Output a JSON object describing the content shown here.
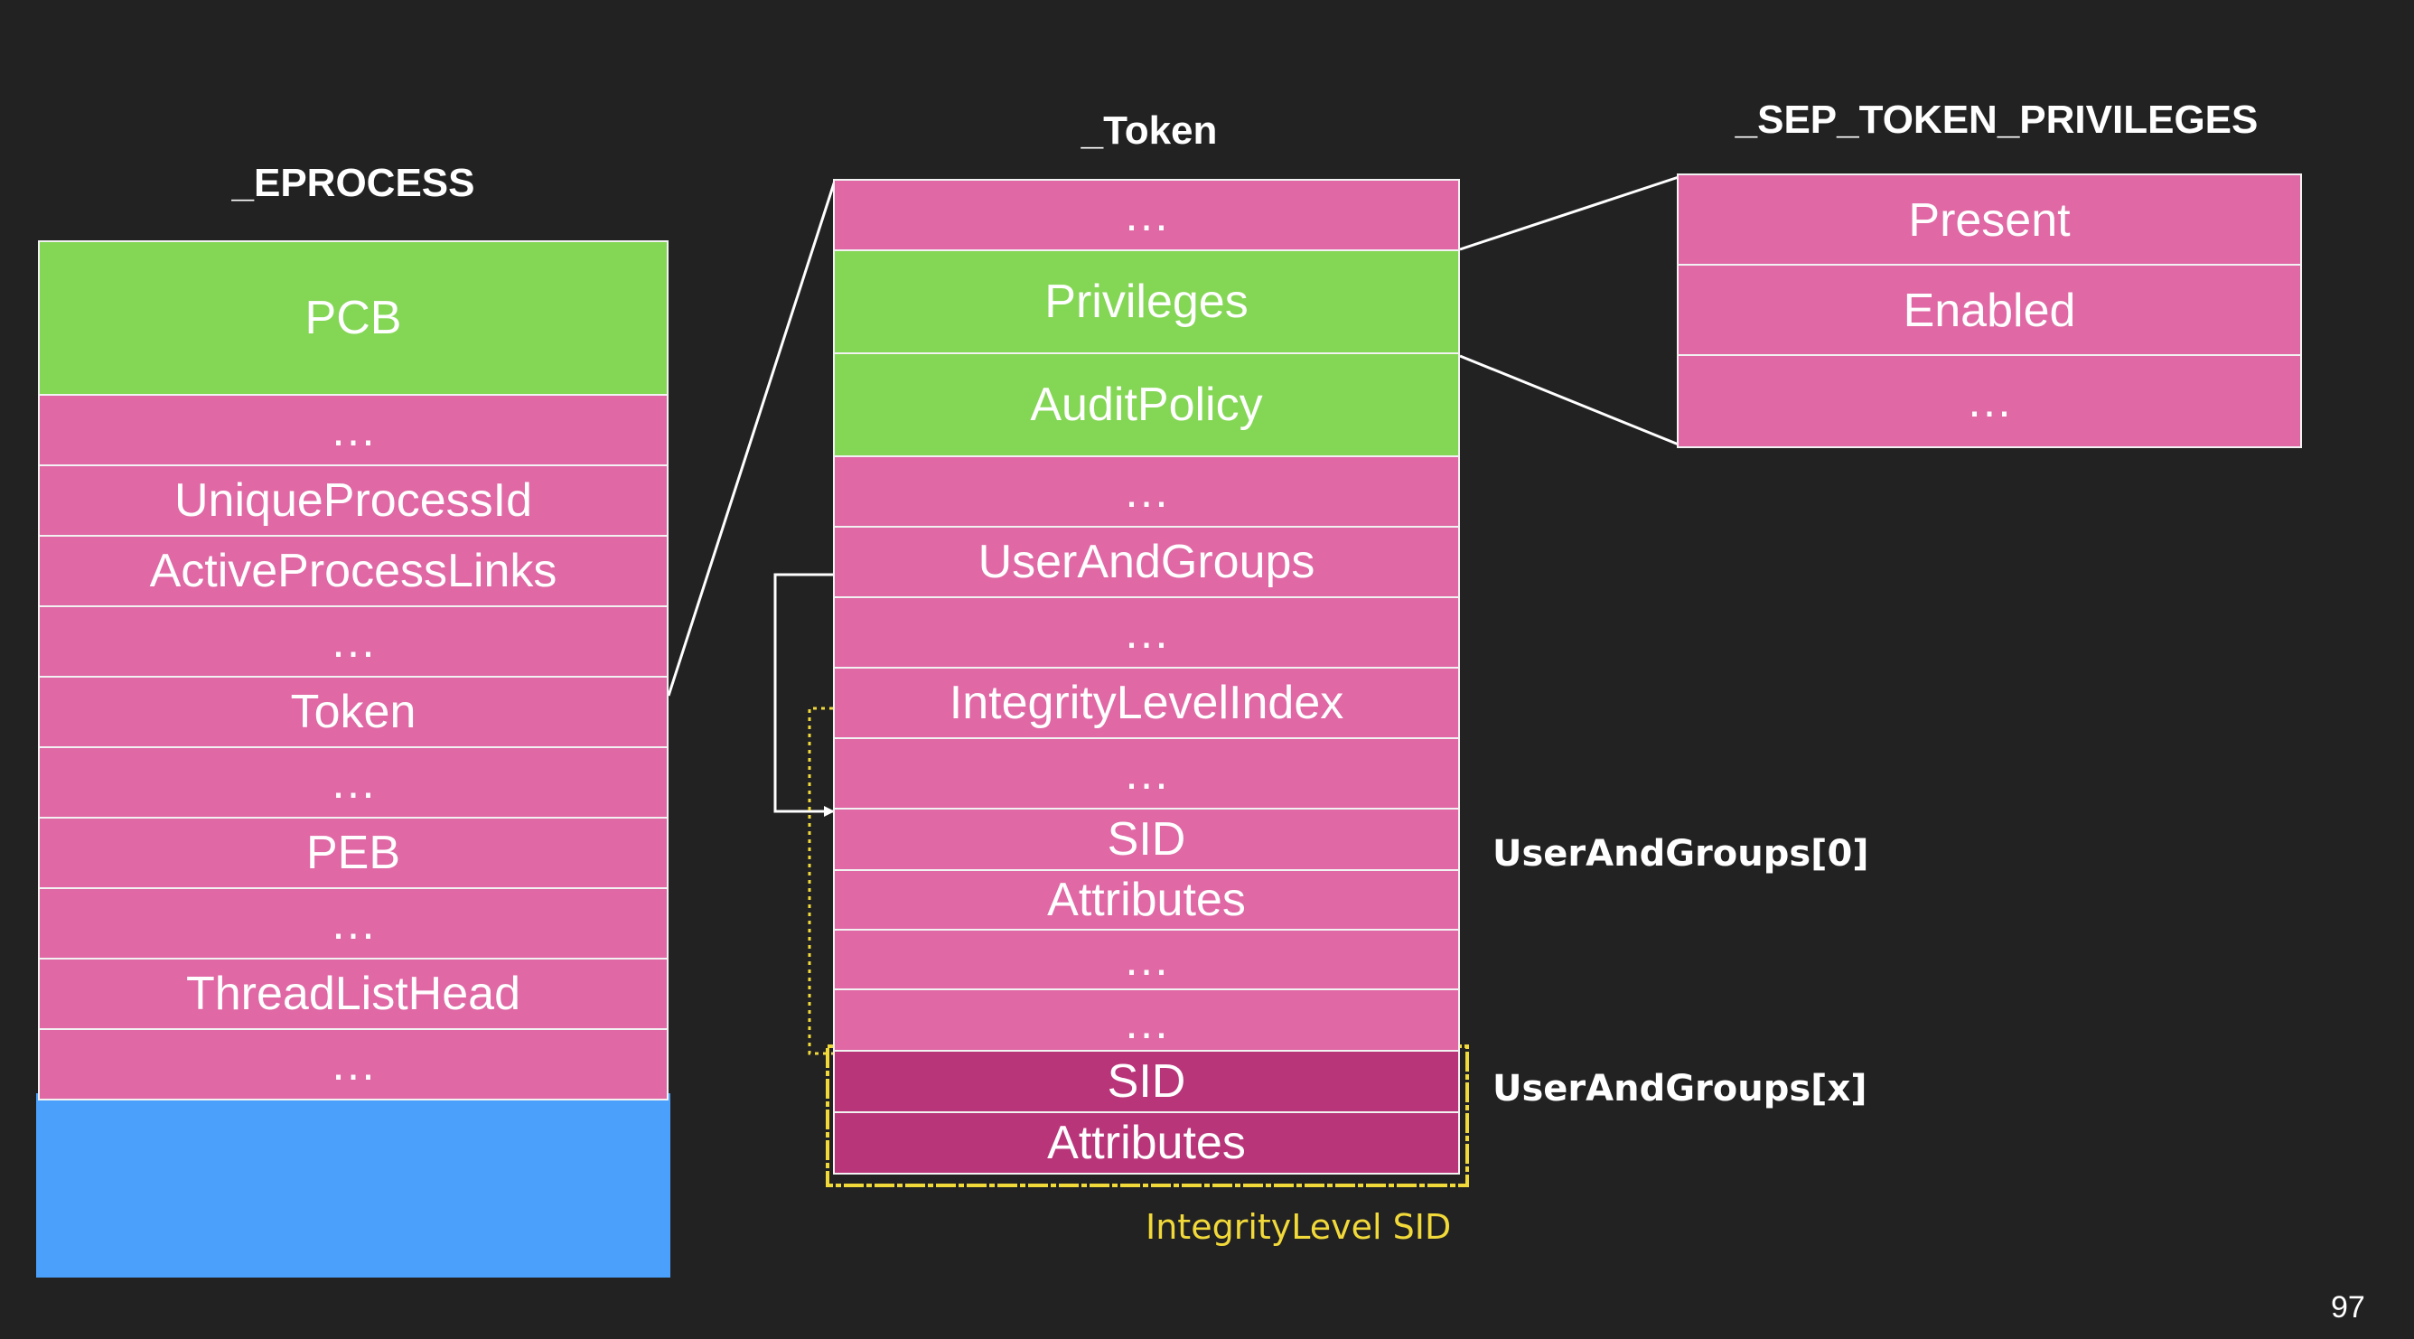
{
  "eprocess": {
    "title": "_EPROCESS",
    "fields": [
      "PCB",
      "…",
      "UniqueProcessId",
      "ActiveProcessLinks",
      "…",
      "Token",
      "…",
      "PEB",
      "…",
      "ThreadListHead",
      "…"
    ]
  },
  "token": {
    "title": "_Token",
    "fields": [
      "…",
      "Privileges",
      "AuditPolicy",
      "…",
      "UserAndGroups",
      "…",
      "IntegrityLevelIndex",
      "…",
      "SID",
      "Attributes",
      "…",
      "…"
    ],
    "selected_fields": [
      "SID",
      "Attributes"
    ]
  },
  "sep": {
    "title": "_SEP_TOKEN_PRIVILEGES",
    "fields": [
      "Present",
      "Enabled",
      "…"
    ]
  },
  "labels": {
    "group0": "UserAndGroups[0]",
    "groupx": "UserAndGroups[x]",
    "integrity_sid": "IntegrityLevel SID"
  },
  "page_number": "97",
  "colors": {
    "background": "#222222",
    "field_pink": "#df68a5",
    "field_green": "#84d655",
    "field_selected": "#b9357a",
    "eprocess_tail": "#4aa0fb",
    "highlight": "#f2d93a"
  }
}
